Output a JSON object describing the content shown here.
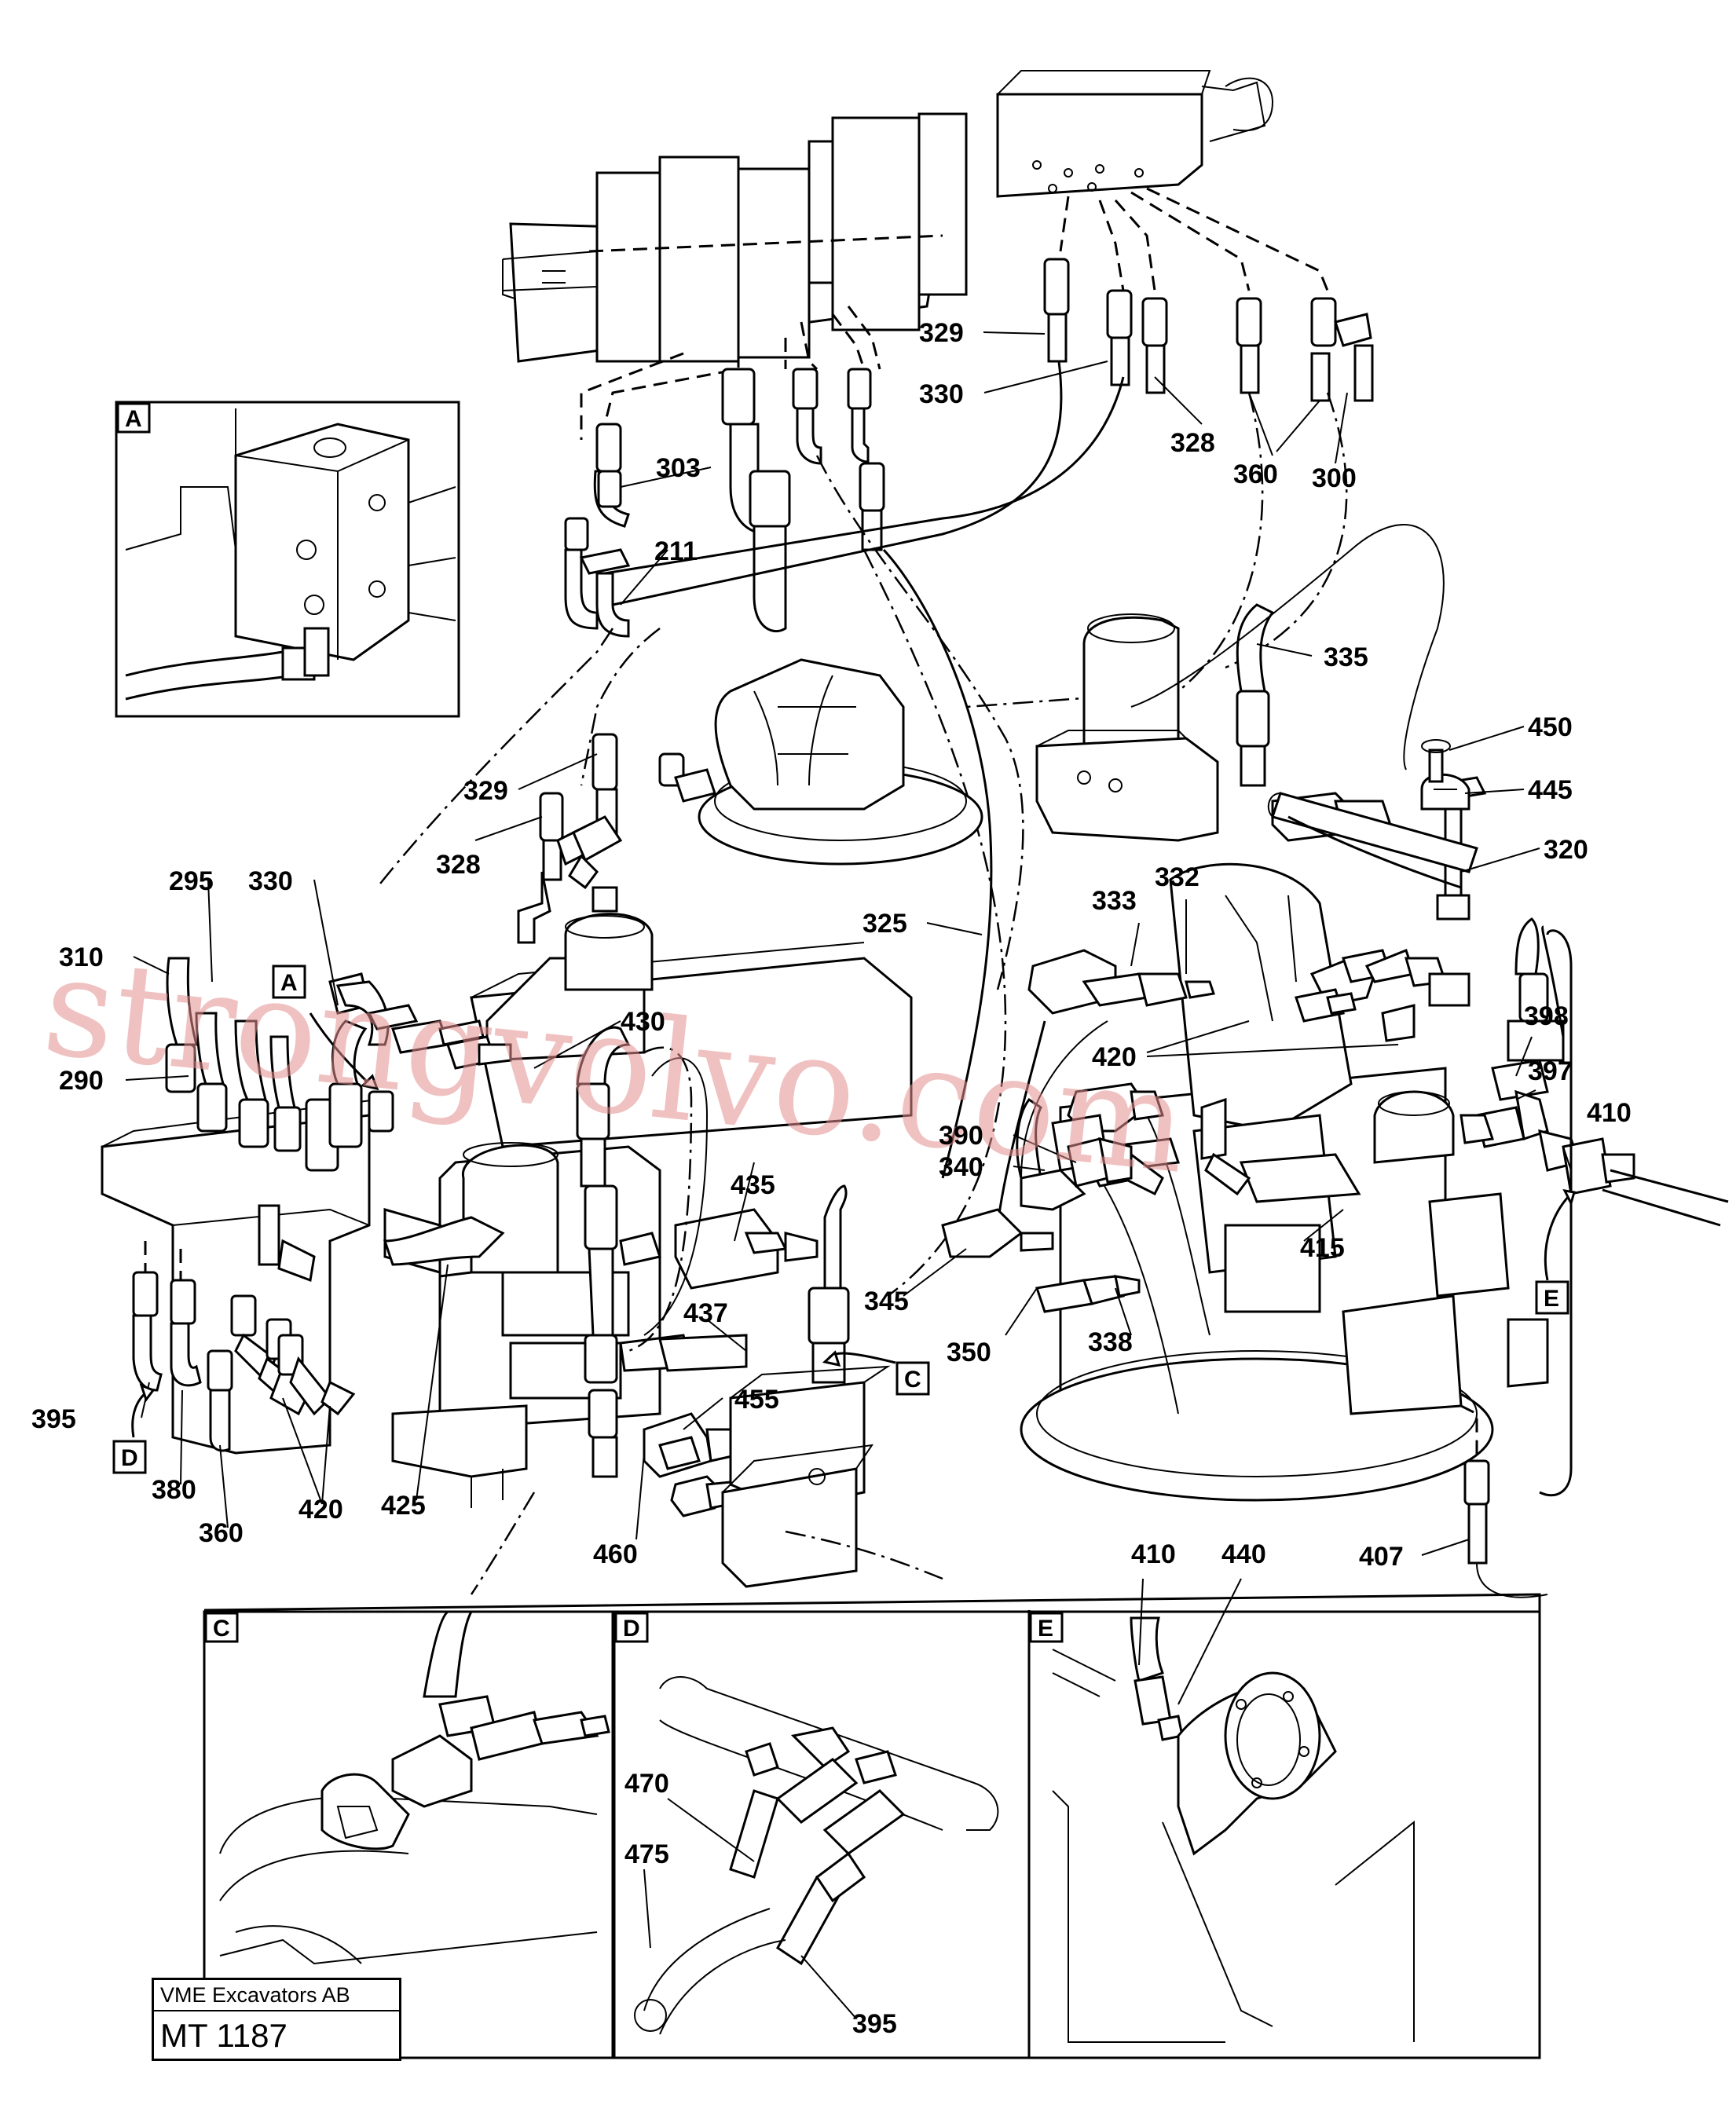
{
  "title_block": {
    "company": "VME Excavators AB",
    "drawing_number": "MT 1187"
  },
  "watermark": "strongvolvo.com",
  "detail_boxes": [
    {
      "id": "A"
    },
    {
      "id": "C"
    },
    {
      "id": "D"
    },
    {
      "id": "E"
    }
  ],
  "flag_refs": [
    {
      "id": "A"
    },
    {
      "id": "C"
    },
    {
      "id": "D"
    },
    {
      "id": "E"
    }
  ],
  "part_labels": [
    "329",
    "330",
    "328",
    "360",
    "300",
    "303",
    "211",
    "335",
    "450",
    "445",
    "320",
    "329",
    "328",
    "332",
    "333",
    "325",
    "330",
    "295",
    "310",
    "A-ref",
    "290",
    "430",
    "420",
    "398",
    "397",
    "410",
    "390",
    "340",
    "435",
    "345",
    "415",
    "437",
    "350",
    "338",
    "455",
    "395",
    "380",
    "360",
    "420",
    "425",
    "460",
    "407",
    "410",
    "440",
    "470",
    "475",
    "395"
  ]
}
